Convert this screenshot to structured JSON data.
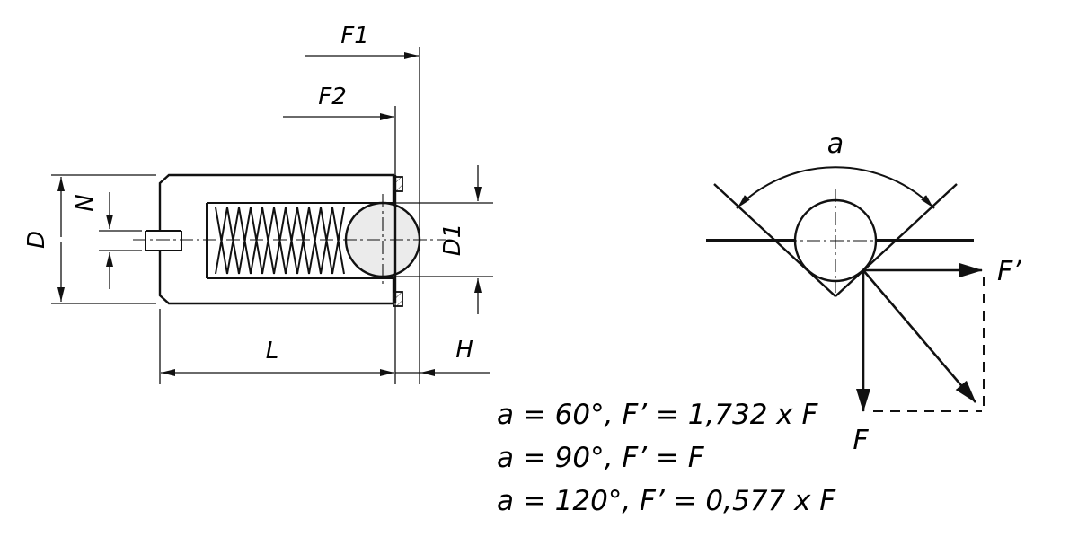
{
  "drawing": {
    "labels": {
      "F1": "F1",
      "F2": "F2",
      "N": "N",
      "D": "D",
      "D1": "D1",
      "L": "L",
      "H": "H"
    },
    "force_diagram": {
      "angle": "a",
      "force_prime": "F’",
      "force": "F"
    },
    "formulas": [
      "a = 60°, F’ = 1,732 x F",
      "a = 90°, F’ = F",
      "a = 120°, F’ = 0,577 x F"
    ],
    "colors": {
      "line": "#111111",
      "background": "#ffffff",
      "ball_fill": "#ebebeb"
    }
  }
}
